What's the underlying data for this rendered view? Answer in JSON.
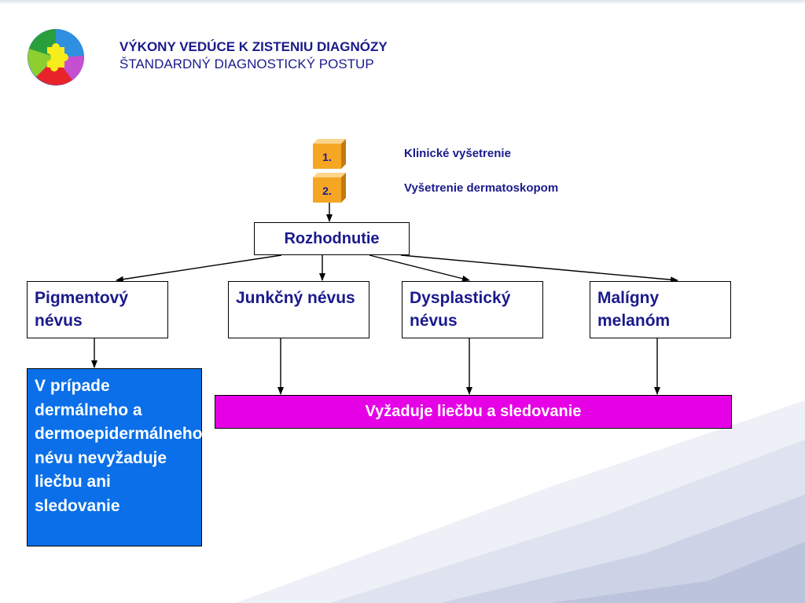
{
  "header": {
    "title": "VÝKONY VEDÚCE K ZISTENIU DIAGNÓZY",
    "subtitle": "ŠTANDARDNÝ DIAGNOSTICKÝ POSTUP"
  },
  "logo": {
    "icon": "puzzle-logo-icon"
  },
  "steps": [
    {
      "number": "1.",
      "label": "Klinické vyšetrenie"
    },
    {
      "number": "2.",
      "label": "Vyšetrenie dermatoskopom"
    }
  ],
  "decision": {
    "label": "Rozhodnutie"
  },
  "categories": [
    {
      "label": "Pigmentový névus"
    },
    {
      "label": "Junkčný névus"
    },
    {
      "label": "Dysplastický névus"
    },
    {
      "label": "Malígny melanóm"
    }
  ],
  "outcome_no_treatment": {
    "label": "V prípade dermálneho a dermoepidermálneho névu nevyžaduje liečbu ani sledovanie"
  },
  "outcome_treatment": {
    "label": "Vyžaduje liečbu a sledovanie"
  },
  "colors": {
    "text": "#1a1a8c",
    "step_cube": "#f5a623",
    "blue_box": "#0a6fe8",
    "magenta_box": "#e600e6"
  }
}
